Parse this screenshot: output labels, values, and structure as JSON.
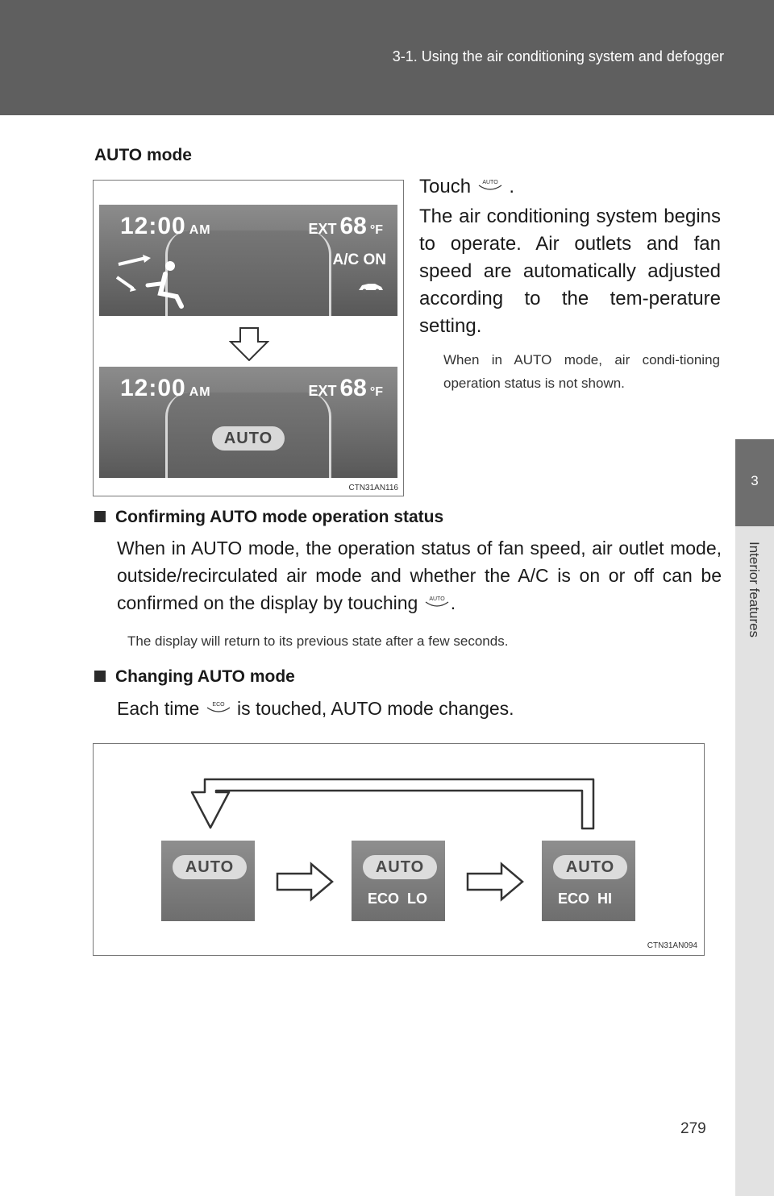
{
  "header": {
    "title": "3-1. Using the air conditioning system and defogger"
  },
  "side_tab": {
    "number": "3",
    "label": "Interior features"
  },
  "auto_mode": {
    "heading": "AUTO mode",
    "touch_prefix": "Touch",
    "touch_suffix": ".",
    "body": "The air conditioning system begins to operate. Air outlets and fan speed are automatically adjusted according to the tem-perature setting.",
    "note": "When in AUTO mode, air condi-tioning operation status is not shown."
  },
  "figure1": {
    "code": "CTN31AN116",
    "top_screen": {
      "clock": "12:00",
      "ampm": "AM",
      "ext": "EXT",
      "temp": "68",
      "unit": "°F",
      "ac": "A/C ON"
    },
    "bottom_screen": {
      "clock": "12:00",
      "ampm": "AM",
      "ext": "EXT",
      "temp": "68",
      "unit": "°F",
      "badge": "AUTO"
    }
  },
  "confirming": {
    "heading": "Confirming AUTO mode operation status",
    "body_pre": "When in AUTO mode, the operation status of fan speed, air outlet mode, outside/recirculated air mode and whether the A/C is on or off can be confirmed on the display by touching",
    "body_post": ".",
    "note": "The display will return to its previous state after a few seconds."
  },
  "changing": {
    "heading": "Changing AUTO mode",
    "body_pre": "Each time",
    "body_post": "is touched, AUTO mode changes."
  },
  "figure2": {
    "code": "CTN31AN094",
    "tiles": [
      {
        "badge": "AUTO",
        "eco": ""
      },
      {
        "badge": "AUTO",
        "eco": "ECO  LO"
      },
      {
        "badge": "AUTO",
        "eco": "ECO  HI"
      }
    ]
  },
  "icons": {
    "auto_button": "AUTO",
    "eco_button": "ECO"
  },
  "page_number": "279"
}
